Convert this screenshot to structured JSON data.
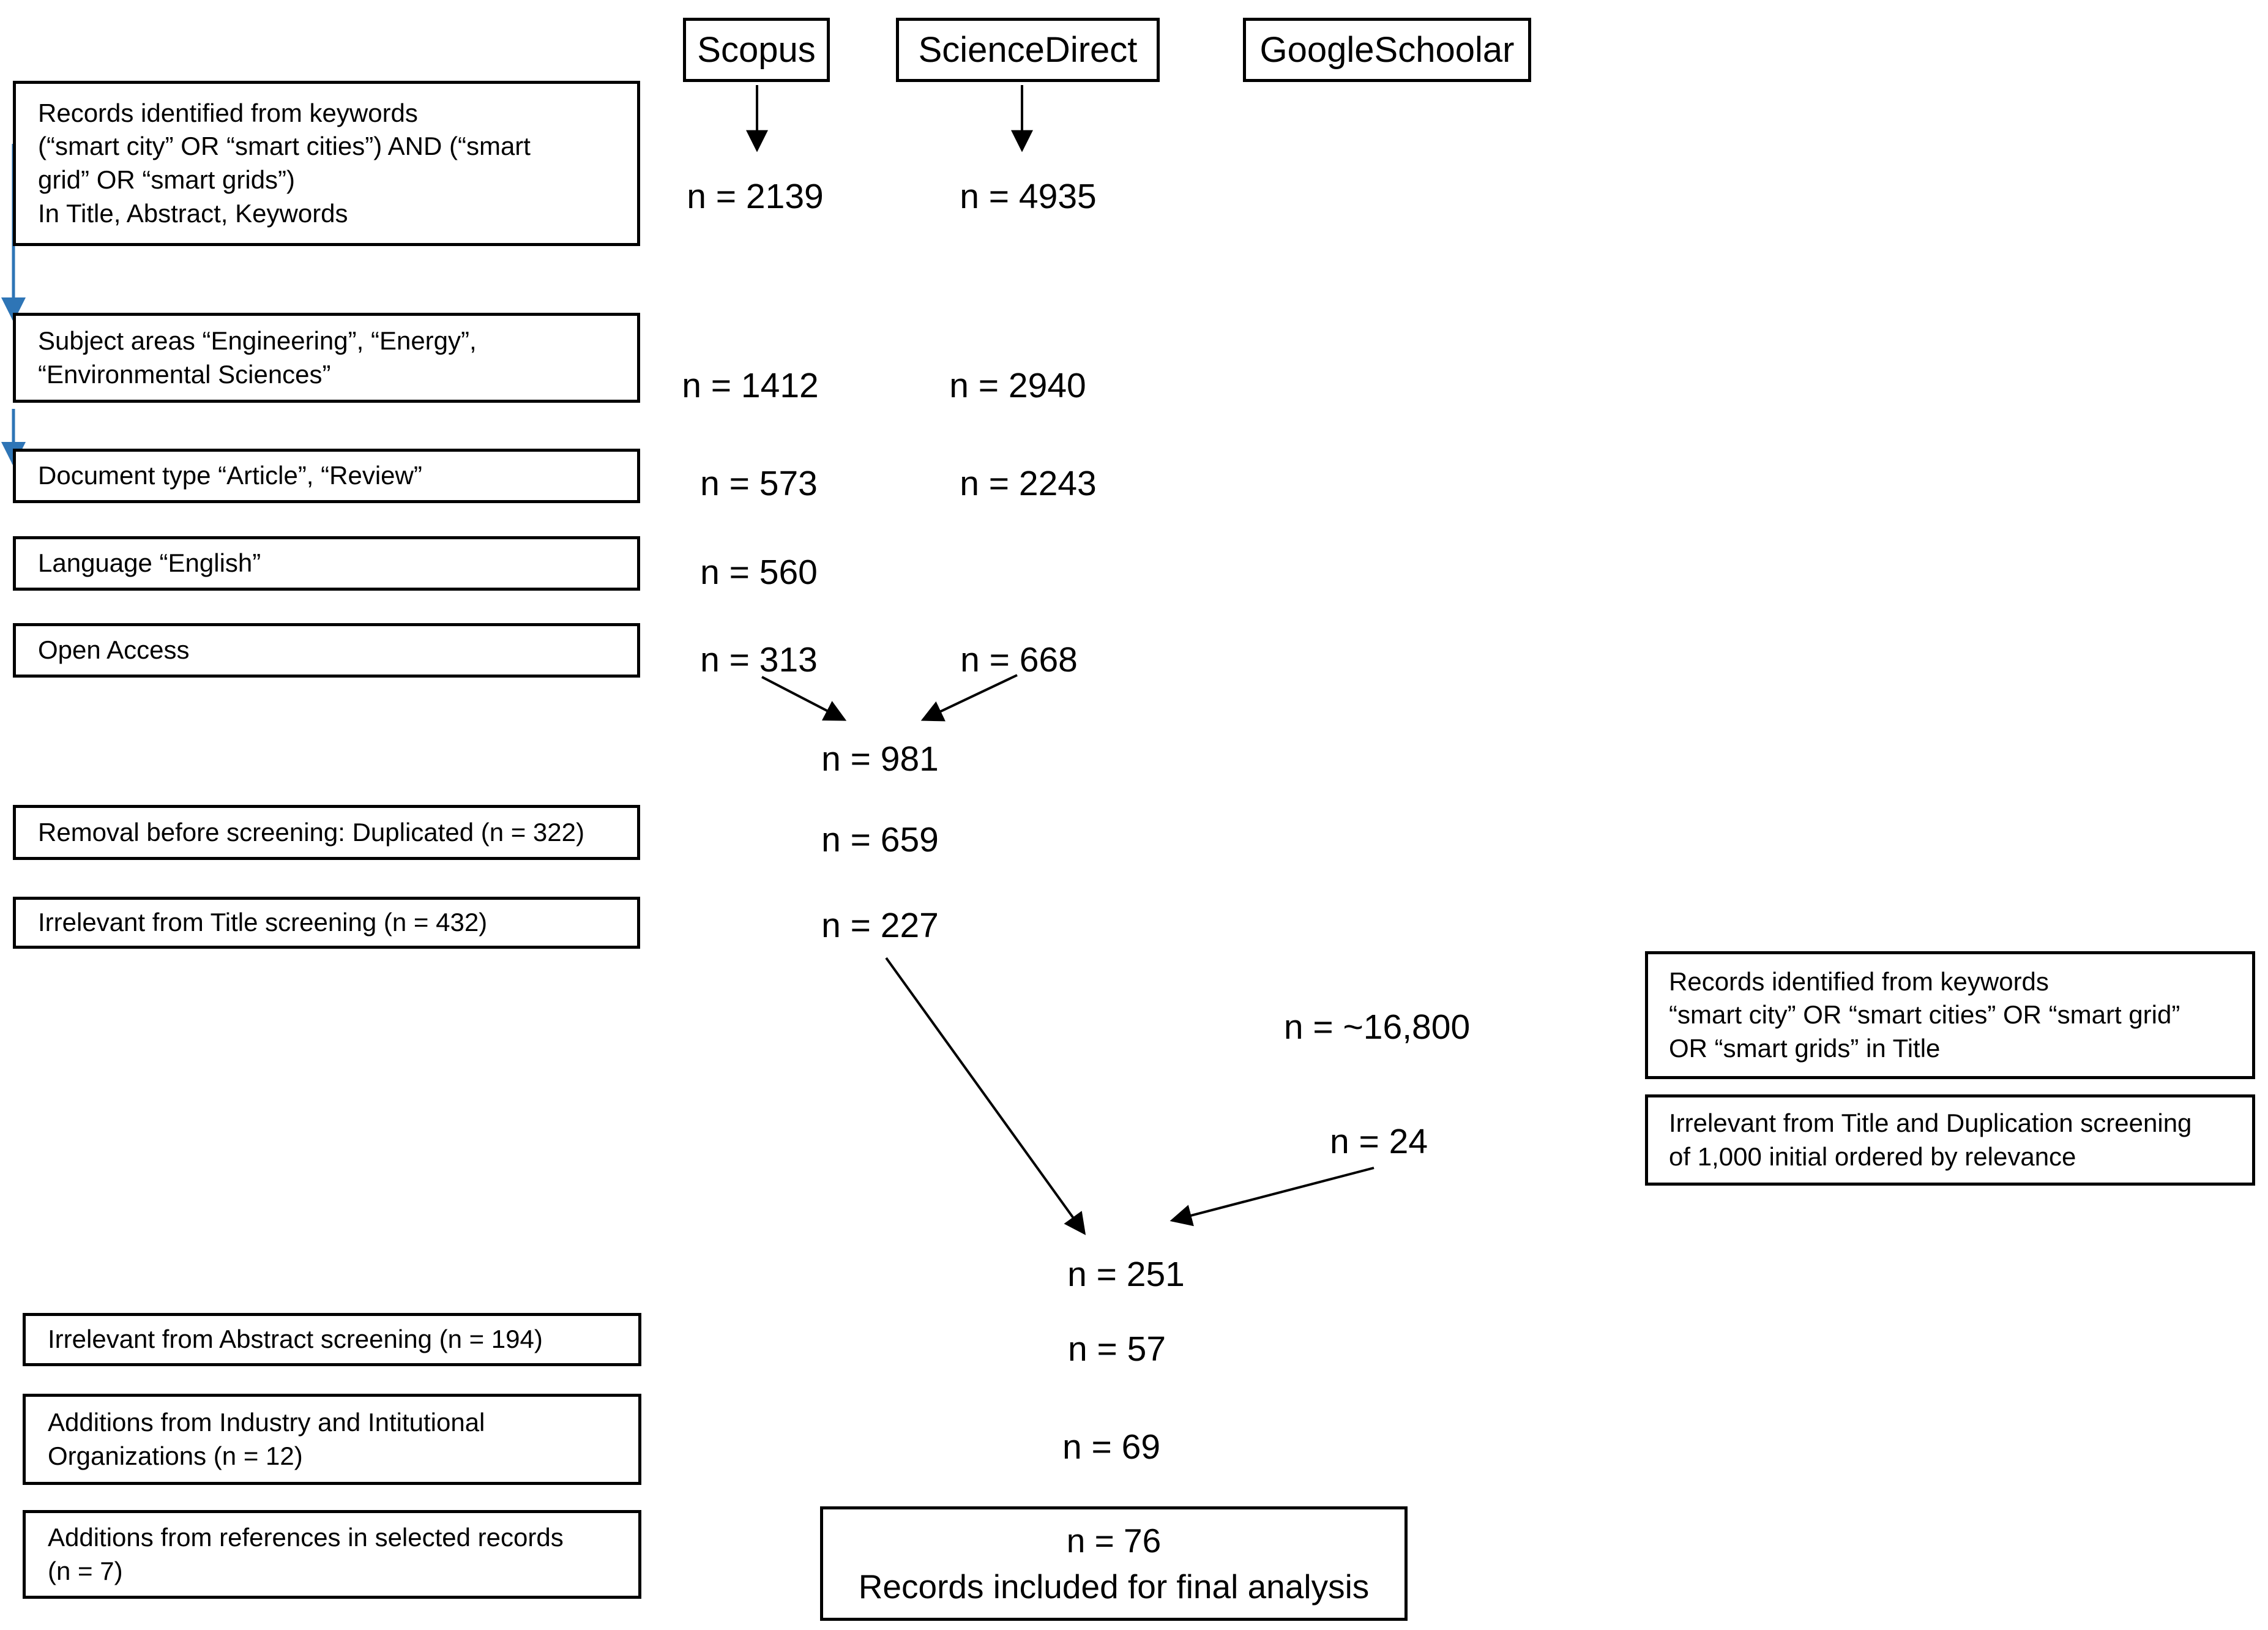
{
  "diagram": {
    "title_implied": "Systematic review records screening flow",
    "colors": {
      "accent_blue": "#2E75B6",
      "line_black": "#000000"
    },
    "sources": [
      {
        "label": "Scopus"
      },
      {
        "label": "ScienceDirect"
      },
      {
        "label": "GoogleSchoolar"
      }
    ],
    "left_boxes": [
      {
        "text": "Records identified from keywords\n(“smart city” OR “smart cities”) AND (“smart\ngrid” OR “smart grids”)\nIn Title, Abstract, Keywords"
      },
      {
        "text": "Subject areas “Engineering”, “Energy”,\n“Environmental Sciences”"
      },
      {
        "text": "Document type “Article”, “Review”"
      },
      {
        "text": "Language “English”"
      },
      {
        "text": "Open Access"
      },
      {
        "text": "Removal before screening: Duplicated (n = 322)"
      },
      {
        "text": "Irrelevant from Title screening (n = 432)"
      },
      {
        "text": "Irrelevant from Abstract screening (n = 194)"
      },
      {
        "text": "Additions from Industry and Intitutional\nOrganizations (n = 12)"
      },
      {
        "text": "Additions from references in selected records\n(n = 7)"
      }
    ],
    "right_boxes": [
      {
        "text": "Records identified from keywords\n“smart city” OR “smart cities” OR “smart grid”\nOR “smart grids” in Title"
      },
      {
        "text": "Irrelevant from Title and Duplication screening\nof 1,000 initial ordered by relevance"
      }
    ],
    "counts": {
      "scopus": [
        "n = 2139",
        "n = 1412",
        "n = 573",
        "n = 560",
        "n = 313"
      ],
      "sciencedirect": [
        "n = 4935",
        "n = 2940",
        "n = 2243",
        "n = 668"
      ],
      "merged": [
        "n = 981",
        "n = 659",
        "n = 227"
      ],
      "googlescholar": [
        "n = ~16,800",
        "n = 24"
      ],
      "screening": [
        "n = 251",
        "n = 57",
        "n = 69"
      ],
      "final": {
        "count": "n = 76",
        "label": "Records included for final analysis"
      }
    }
  }
}
